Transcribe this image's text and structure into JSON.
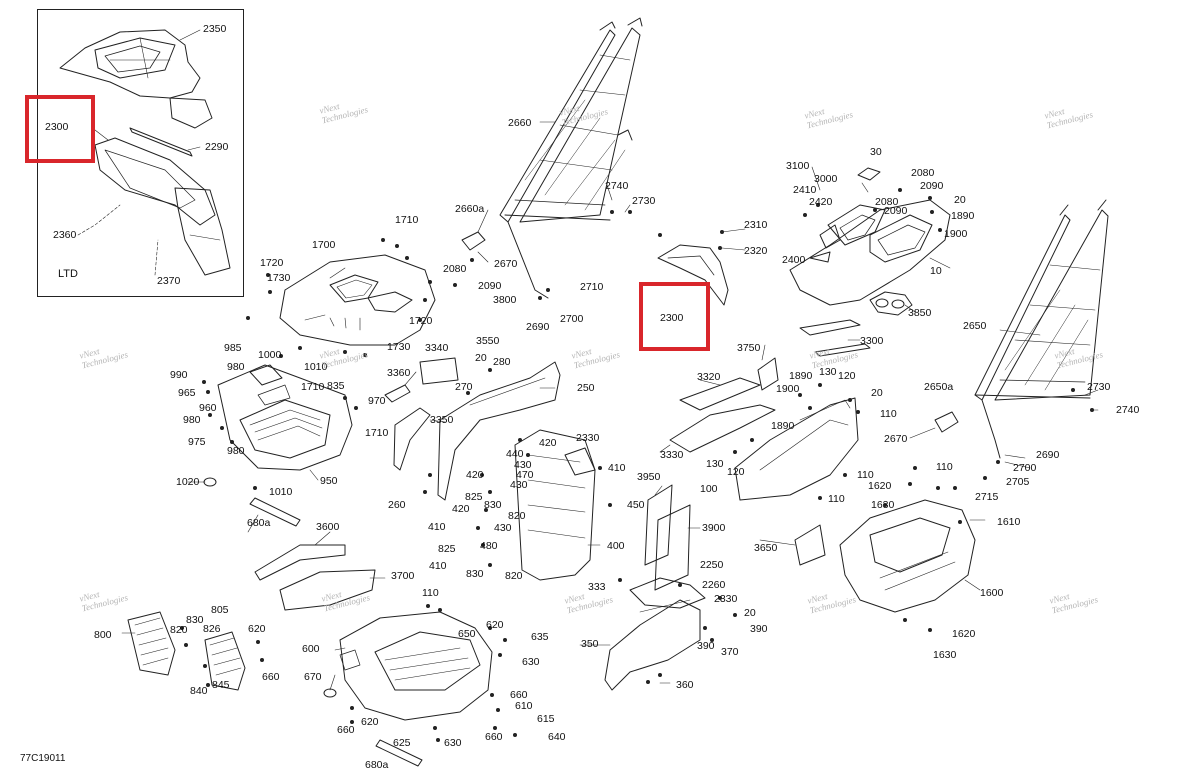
{
  "diagram": {
    "code": "77C19011",
    "inset_label": "LTD",
    "highlight_color": "#d9262b",
    "watermark": [
      "vNext",
      "Technologies"
    ]
  },
  "labels": [
    "2350",
    "2300",
    "2290",
    "2360",
    "2370",
    "2660",
    "2740",
    "2730",
    "2660a",
    "2670",
    "2310",
    "2320",
    "2690",
    "2700",
    "2710",
    "3100",
    "3000",
    "30",
    "2080",
    "2090",
    "20",
    "2410",
    "2420",
    "2080",
    "2090",
    "1890",
    "1900",
    "2400",
    "10",
    "3850",
    "1710",
    "1700",
    "1720",
    "1730",
    "2080",
    "2090",
    "3800",
    "3550",
    "1720",
    "1730",
    "985",
    "1000",
    "980",
    "990",
    "965",
    "960",
    "1010",
    "1710",
    "835",
    "970",
    "980",
    "975",
    "980",
    "1710",
    "1020",
    "950",
    "1010",
    "680a",
    "3340",
    "20",
    "280",
    "270",
    "3360",
    "3350",
    "250",
    "260",
    "440",
    "420",
    "430",
    "2330",
    "410",
    "470",
    "420",
    "430",
    "825",
    "830",
    "820",
    "420",
    "410",
    "430",
    "825",
    "480",
    "410",
    "830",
    "820",
    "400",
    "450",
    "3950",
    "3900",
    "3320",
    "3330",
    "3750",
    "1890",
    "130",
    "120",
    "1900",
    "20",
    "110",
    "1890",
    "2650a",
    "2670",
    "130",
    "120",
    "110",
    "100",
    "110",
    "2650",
    "2730",
    "2740",
    "2690",
    "2700",
    "2705",
    "2715",
    "110",
    "1620",
    "1630",
    "1610",
    "1600",
    "1620",
    "1630",
    "3650",
    "3300",
    "2300",
    "3600",
    "3700",
    "2250",
    "2260",
    "2330",
    "20",
    "390",
    "390",
    "370",
    "350",
    "360",
    "333",
    "110",
    "600",
    "650",
    "620",
    "635",
    "630",
    "670",
    "620",
    "660",
    "625",
    "630",
    "680a",
    "660",
    "610",
    "615",
    "640",
    "660",
    "800",
    "830",
    "820",
    "826",
    "805",
    "620",
    "840",
    "845",
    "660"
  ]
}
